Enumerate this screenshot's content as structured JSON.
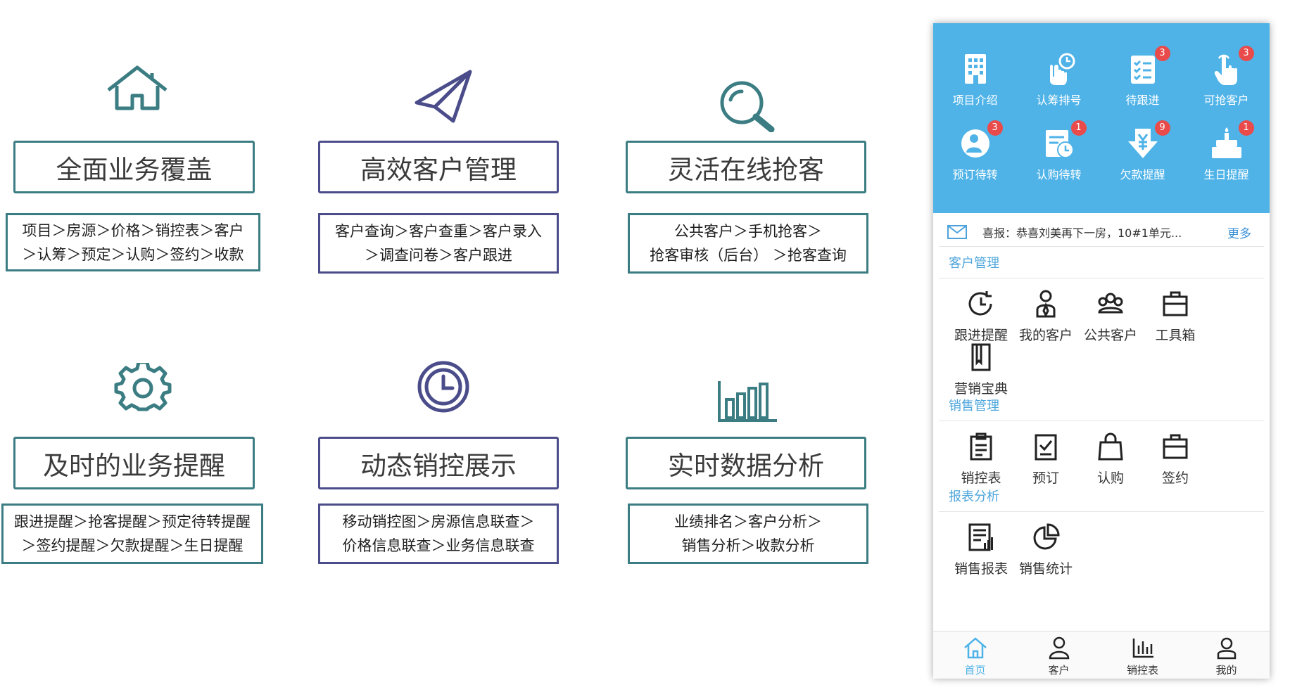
{
  "features": [
    {
      "icon": "home-icon",
      "title": "全面业务覆盖",
      "lines": [
        "项目＞房源＞价格＞销控表＞客户",
        "＞认筹＞预定＞认购＞签约＞收款"
      ]
    },
    {
      "icon": "paper-plane-icon",
      "title": "高效客户管理",
      "lines": [
        "客户查询＞客户查重＞客户录入",
        "＞调查问卷＞客户跟进"
      ]
    },
    {
      "icon": "magnifier-icon",
      "title": "灵活在线抢客",
      "lines": [
        "公共客户＞手机抢客＞",
        "抢客审核（后台）  ＞抢客查询"
      ]
    },
    {
      "icon": "gear-icon",
      "title": "及时的业务提醒",
      "lines": [
        "跟进提醒＞抢客提醒＞预定待转提醒",
        "＞签约提醒＞欠款提醒＞生日提醒"
      ]
    },
    {
      "icon": "clock-icon",
      "title": "动态销控展示",
      "lines": [
        "移动销控图＞房源信息联查＞",
        "价格信息联查＞业务信息联查"
      ]
    },
    {
      "icon": "bar-chart-icon",
      "title": "实时数据分析",
      "lines": [
        "业绩排名＞客户分析＞",
        "销售分析＞收款分析"
      ]
    }
  ],
  "phone": {
    "top_items": [
      {
        "label": "项目介绍",
        "icon": "building-icon",
        "badge": ""
      },
      {
        "label": "认筹排号",
        "icon": "hand-clock-icon",
        "badge": ""
      },
      {
        "label": "待跟进",
        "icon": "checklist-icon",
        "badge": "3"
      },
      {
        "label": "可抢客户",
        "icon": "hand-pointer-icon",
        "badge": "3"
      },
      {
        "label": "预订待转",
        "icon": "user-refresh-icon",
        "badge": "3"
      },
      {
        "label": "认购待转",
        "icon": "doc-clock-icon",
        "badge": "1"
      },
      {
        "label": "欠款提醒",
        "icon": "yen-arrow-icon",
        "badge": "9"
      },
      {
        "label": "生日提醒",
        "icon": "cake-icon",
        "badge": "1"
      }
    ],
    "news": {
      "text": "喜报：恭喜刘美再下一房，10#1单元...",
      "more": "更多"
    },
    "sections": [
      {
        "title": "客户管理",
        "items": [
          {
            "label": "跟进提醒",
            "icon": "clock-refresh-icon"
          },
          {
            "label": "我的客户",
            "icon": "person-icon"
          },
          {
            "label": "公共客户",
            "icon": "group-icon"
          },
          {
            "label": "工具箱",
            "icon": "toolbox-icon"
          },
          {
            "label": "营销宝典",
            "icon": "book-icon"
          }
        ]
      },
      {
        "title": "销售管理",
        "items": [
          {
            "label": "销控表",
            "icon": "clipboard-icon"
          },
          {
            "label": "预订",
            "icon": "checkbox-doc-icon"
          },
          {
            "label": "认购",
            "icon": "shopping-bag-icon"
          },
          {
            "label": "签约",
            "icon": "briefcase-icon"
          }
        ]
      },
      {
        "title": "报表分析",
        "items": [
          {
            "label": "销售报表",
            "icon": "report-icon"
          },
          {
            "label": "销售统计",
            "icon": "pie-chart-icon"
          }
        ]
      }
    ],
    "nav": [
      {
        "label": "首页",
        "icon": "home-nav-icon",
        "active": true
      },
      {
        "label": "客户",
        "icon": "user-nav-icon",
        "active": false
      },
      {
        "label": "销控表",
        "icon": "chart-nav-icon",
        "active": false
      },
      {
        "label": "我的",
        "icon": "profile-nav-icon",
        "active": false
      }
    ]
  }
}
